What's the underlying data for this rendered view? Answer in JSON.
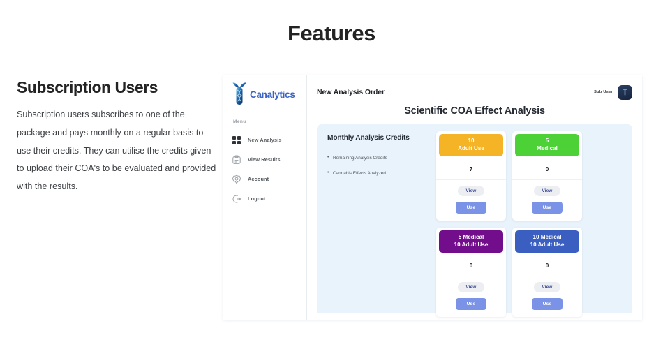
{
  "slide": {
    "title": "Features"
  },
  "left": {
    "heading": "Subscription Users",
    "body": "Subscription users subscribes to one of the package and pays monthly on a regular basis to use their credits. They can utilise the credits given to upload their COA's to be evaluated and provided with the results."
  },
  "app": {
    "sidebar": {
      "brand": "Canalytics",
      "brand_logo_icon": "test-tube-dna-icon",
      "menu_label": "Menu",
      "items": [
        {
          "label": "New Analysis",
          "icon": "grid-squares-icon"
        },
        {
          "label": "View Results",
          "icon": "clipboard-icon"
        },
        {
          "label": "Account",
          "icon": "gear-icon"
        },
        {
          "label": "Logout",
          "icon": "logout-arrow-icon"
        }
      ]
    },
    "topbar": {
      "order_title": "New Analysis Order",
      "user_label": "Sub User",
      "avatar_icon": "test-tube-avatar-icon"
    },
    "page_title": "Scientific COA Effect Analysis",
    "credits": {
      "heading": "Monthly Analysis Credits",
      "lines": [
        "Remaining Analysis Credits",
        "Cannabis Effects Analyzed"
      ],
      "panel_bg": "#e9f3fb",
      "cards": [
        {
          "title_line1": "10",
          "title_line2": "Adult Use",
          "color": "#f5b425",
          "count": "7",
          "view_label": "View",
          "use_label": "Use"
        },
        {
          "title_line1": "5",
          "title_line2": "Medical",
          "color": "#4cd137",
          "count": "0",
          "view_label": "View",
          "use_label": "Use"
        },
        {
          "title_line1": "5 Medical",
          "title_line2": "10 Adult Use",
          "color": "#720d8c",
          "count": "0",
          "view_label": "View",
          "use_label": "Use"
        },
        {
          "title_line1": "10 Medical",
          "title_line2": "10 Adult Use",
          "color": "#3a5fc0",
          "count": "0",
          "view_label": "View",
          "use_label": "Use"
        }
      ]
    }
  }
}
